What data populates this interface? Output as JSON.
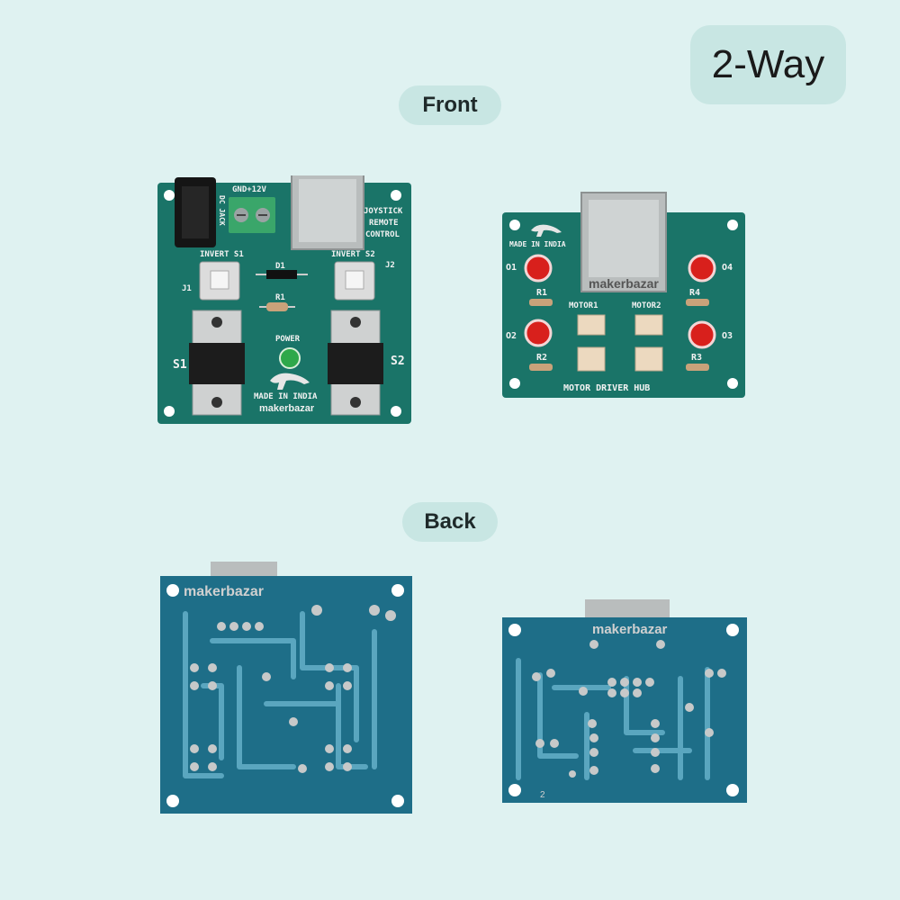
{
  "header": {
    "badge": "2-Way"
  },
  "sections": {
    "front": "Front",
    "back": "Back"
  },
  "board1_front": {
    "dc_jack": "DC JACK",
    "terminal": "GND+12V",
    "title_lines": [
      "JOYSTICK",
      "REMOTE",
      "CONTROL"
    ],
    "invert_s1": "INVERT S1",
    "invert_s2": "INVERT S2",
    "j1": "J1",
    "j2": "J2",
    "d1": "D1",
    "r1": "R1",
    "power": "POWER",
    "s1": "S1",
    "s2": "S2",
    "made_in": "MADE IN INDIA",
    "brand": "makerbazar"
  },
  "board2_front": {
    "made_in": "MADE IN INDIA",
    "o1": "O1",
    "o2": "O2",
    "o3": "O3",
    "o4": "O4",
    "r1": "R1",
    "r2": "R2",
    "r3": "R3",
    "r4": "R4",
    "motor1": "MOTOR1",
    "motor2": "MOTOR2",
    "title": "MOTOR DRIVER HUB",
    "brand": "makerbazar"
  },
  "board_back": {
    "brand": "makerbazar",
    "mark": "2"
  },
  "colors": {
    "background": "#dff2f1",
    "pill": "#c8e6e3",
    "pcb_front": "#1a7468",
    "pcb_back": "#1e6e88",
    "led_red": "#d8201c",
    "led_green": "#2ea84a"
  }
}
